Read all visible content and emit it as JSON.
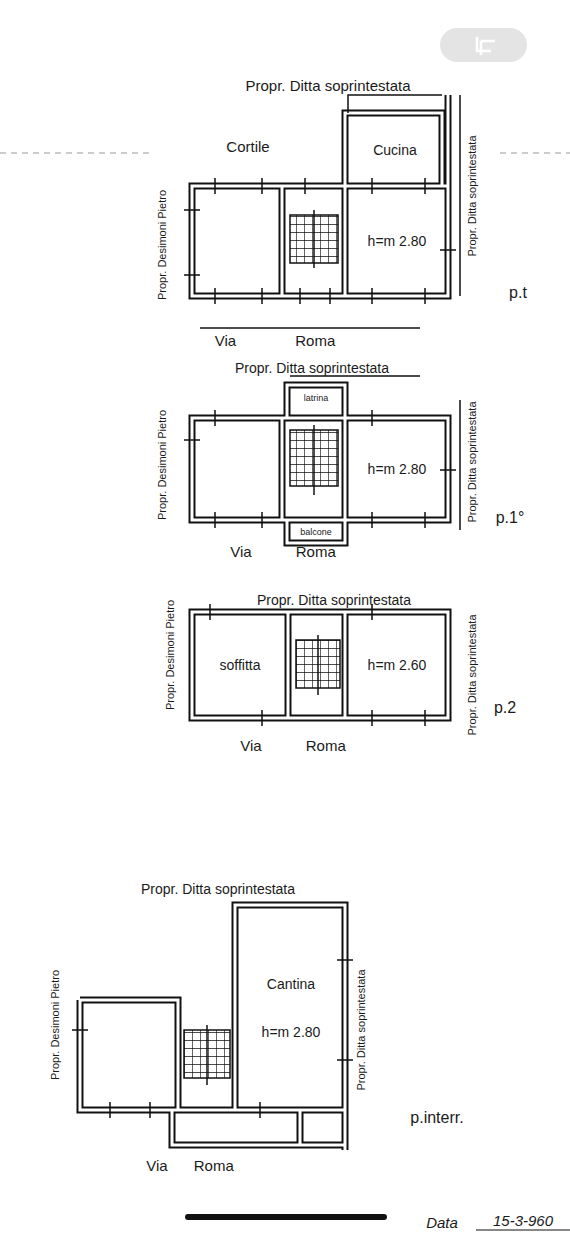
{
  "diagram": {
    "nodes": [
      {
        "text": [
          "Cucina"
        ]
      },
      {
        "text": [
          "h=m 2.80"
        ]
      },
      {
        "text": [
          "latrina"
        ]
      },
      {
        "text": [
          "h=m 2.80"
        ]
      },
      {
        "text": [
          "balcone"
        ]
      },
      {
        "text": [
          "soffitta"
        ]
      },
      {
        "text": [
          "h=m 2.60"
        ]
      },
      {
        "text": [
          "Cantina",
          "h=m 2.80"
        ]
      }
    ],
    "labels": [
      "Propr. Ditta soprintestata",
      "Cortile",
      "Propr. Desimoni Pietro",
      "Propr. Ditta soprintestata",
      "p.t",
      "Via Roma",
      "Propr. Ditta soprintestata",
      "Propr. Desimoni Pietro",
      "Propr. Ditta soprintestata",
      "p.1°",
      "Via Roma",
      "Propr. Ditta soprintestata",
      "Propr. Desimoni Pietro",
      "Propr. Ditta soprintestata",
      "p.2",
      "Via Roma",
      "Propr. Ditta soprintestata",
      "Propr. Desimoni Pietro",
      "Propr. Ditta soprintestata",
      "p.interr.",
      "Via Roma",
      "Data",
      "15-3-960"
    ]
  }
}
